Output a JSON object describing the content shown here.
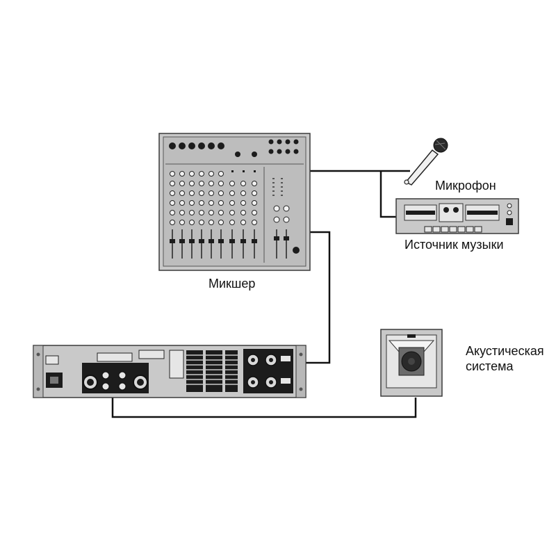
{
  "labels": {
    "mixer": "Микшер",
    "microphone": "Микрофон",
    "music_source": "Источник музыки",
    "speaker": "Акустическая система"
  },
  "colors": {
    "device_fill": "#c9c9c9",
    "device_stroke": "#3a3a3a",
    "panel_dark": "#1c1c1c",
    "cable": "#111111",
    "background": "#ffffff"
  }
}
